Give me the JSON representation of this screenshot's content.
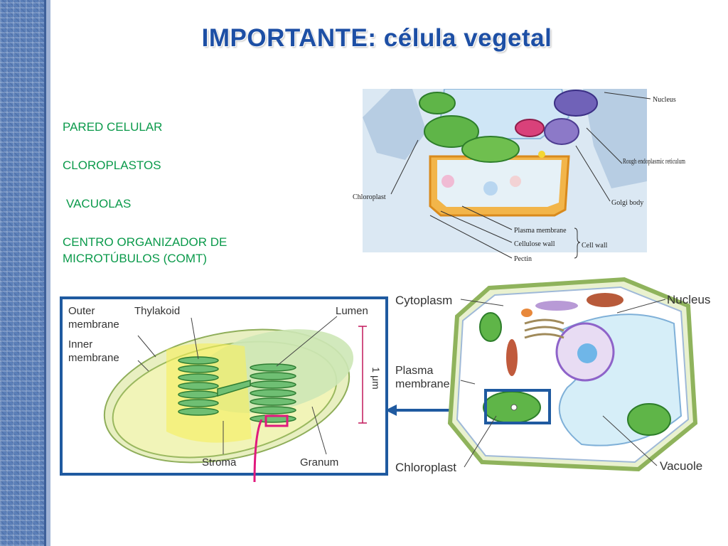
{
  "title": "IMPORTANTE: célula vegetal",
  "terms": [
    {
      "label": "PARED CELULAR"
    },
    {
      "label": "CLOROPLASTOS"
    },
    {
      "label": "VACUOLAS"
    },
    {
      "label": "CENTRO ORGANIZADOR DE MICROTÚBULOS (COMT)"
    }
  ],
  "wall_diagram": {
    "labels": {
      "nucleus": "Nucleus",
      "rough_er": "Rough endoplasmic reticulum",
      "chloroplast": "Chloroplast",
      "golgi": "Golgi body",
      "plasma_membrane": "Plasma membrane",
      "cellulose_wall": "Cellulose wall",
      "pectin": "Pectin",
      "cell_wall": "Cell wall"
    }
  },
  "chloroplast_diagram": {
    "labels": {
      "outer_membrane": "Outer membrane",
      "thylakoid": "Thylakoid",
      "lumen": "Lumen",
      "inner_membrane": "Inner membrane",
      "scale": "1 μm",
      "stroma": "Stroma",
      "granum": "Granum"
    }
  },
  "cell_diagram": {
    "labels": {
      "cytoplasm": "Cytoplasm",
      "nucleus": "Nucleus",
      "plasma_membrane": "Plasma membrane",
      "chloroplast": "Chloroplast",
      "vacuole": "Vacuole"
    }
  },
  "colors": {
    "title": "#1d4fa5",
    "terms": "#0b9a4b",
    "frame": "#1f5aa0",
    "chloroplast_green": "#3fa34a",
    "vacuole": "#d6eef8",
    "magenta": "#e0197d"
  }
}
